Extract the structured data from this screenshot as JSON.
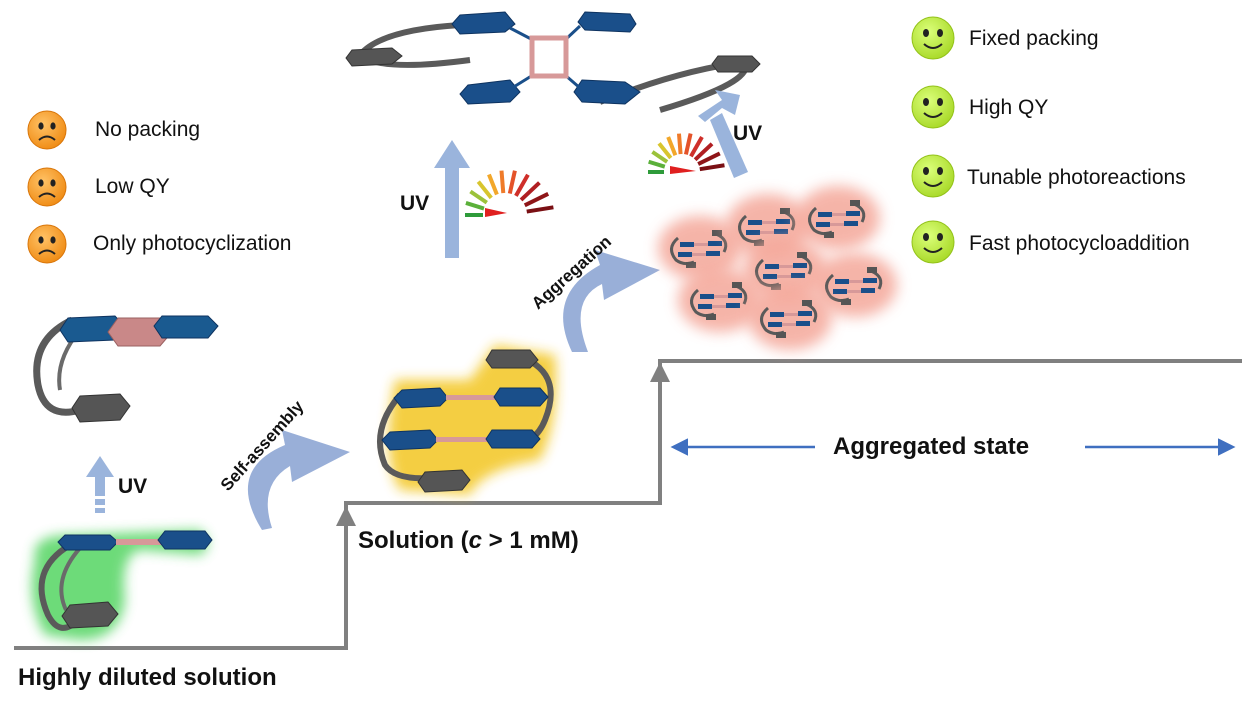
{
  "colors": {
    "face_bad": "#f59a23",
    "face_good": "#b6e83a",
    "step_line": "#808080",
    "uv_arrow": "#9ab4dc",
    "curved_arrow": "#8ea6d4",
    "blue_unit": "#1a4f8a",
    "gray_unit": "#555555",
    "pink_core": "#d79999",
    "glow_green": "#3ccf4e",
    "glow_yellow": "#f3c623",
    "glow_pink": "#f4a79a",
    "span_arrow": "#3f6fc0"
  },
  "left_panel": {
    "items": [
      {
        "icon": "sad-face-icon",
        "label": "No packing"
      },
      {
        "icon": "sad-face-icon",
        "label": "Low QY"
      },
      {
        "icon": "sad-face-icon",
        "label": "Only photocyclization"
      }
    ]
  },
  "right_panel": {
    "items": [
      {
        "icon": "smiley-face-icon",
        "label": "Fixed packing"
      },
      {
        "icon": "smiley-face-icon",
        "label": "High QY"
      },
      {
        "icon": "smiley-face-icon",
        "label": "Tunable photoreactions"
      },
      {
        "icon": "smiley-face-icon",
        "label": "Fast photocycloaddition"
      }
    ]
  },
  "labels": {
    "uv_dilute": "UV",
    "uv_solution": "UV",
    "uv_aggregate": "UV",
    "self_assembly": "Self-assembly",
    "aggregation": "Aggregation",
    "dilute": "Highly diluted solution",
    "solution_prefix": "Solution (",
    "solution_c": "c",
    "solution_suffix": " > 1 mM)",
    "aggregated_state": "Aggregated state"
  }
}
